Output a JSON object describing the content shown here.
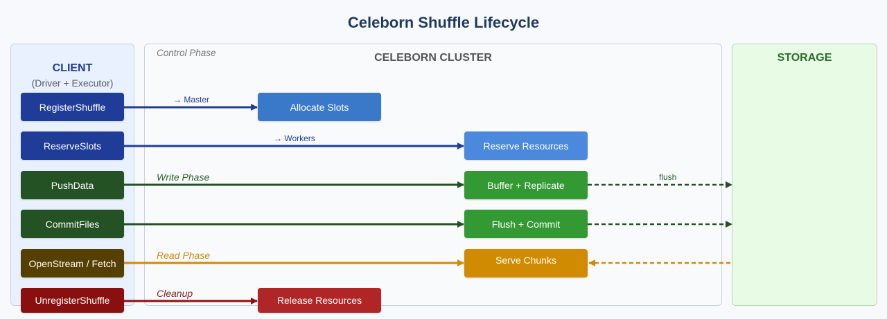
{
  "title": "Celeborn Shuffle Lifecycle",
  "client": {
    "title": "CLIENT",
    "subtitle": "(Driver + Executor)"
  },
  "cluster": {
    "title": "CELEBORN CLUSTER"
  },
  "storage": {
    "title": "STORAGE"
  },
  "phases": {
    "control": "Control Phase",
    "write": "Write Phase",
    "read": "Read Phase",
    "cleanup": "Cleanup"
  },
  "client_steps": [
    {
      "label": "RegisterShuffle",
      "color": "#1f3c98"
    },
    {
      "label": "ReserveSlots",
      "color": "#1f3c98"
    },
    {
      "label": "PushData",
      "color": "#245224"
    },
    {
      "label": "CommitFiles",
      "color": "#245224"
    },
    {
      "label": "OpenStream / Fetch",
      "color": "#554000"
    },
    {
      "label": "UnregisterShuffle",
      "color": "#8a1010"
    }
  ],
  "cluster_steps": [
    {
      "label": "Allocate Slots",
      "color": "#3a78c9"
    },
    {
      "label": "Reserve Resources",
      "color": "#4a89dc"
    },
    {
      "label": "Buffer + Replicate",
      "color": "#339933"
    },
    {
      "label": "Flush + Commit",
      "color": "#339933"
    },
    {
      "label": "Serve Chunks",
      "color": "#d18b00"
    },
    {
      "label": "Release Resources",
      "color": "#b02525"
    }
  ],
  "edge_labels": {
    "to_master": "→ Master",
    "to_workers": "→ Workers",
    "flush": "flush"
  },
  "colors": {
    "control_arrow": "#1f3c98",
    "write_arrow": "#245224",
    "read_arrow": "#d18b00",
    "cleanup_arrow": "#8a1010"
  }
}
